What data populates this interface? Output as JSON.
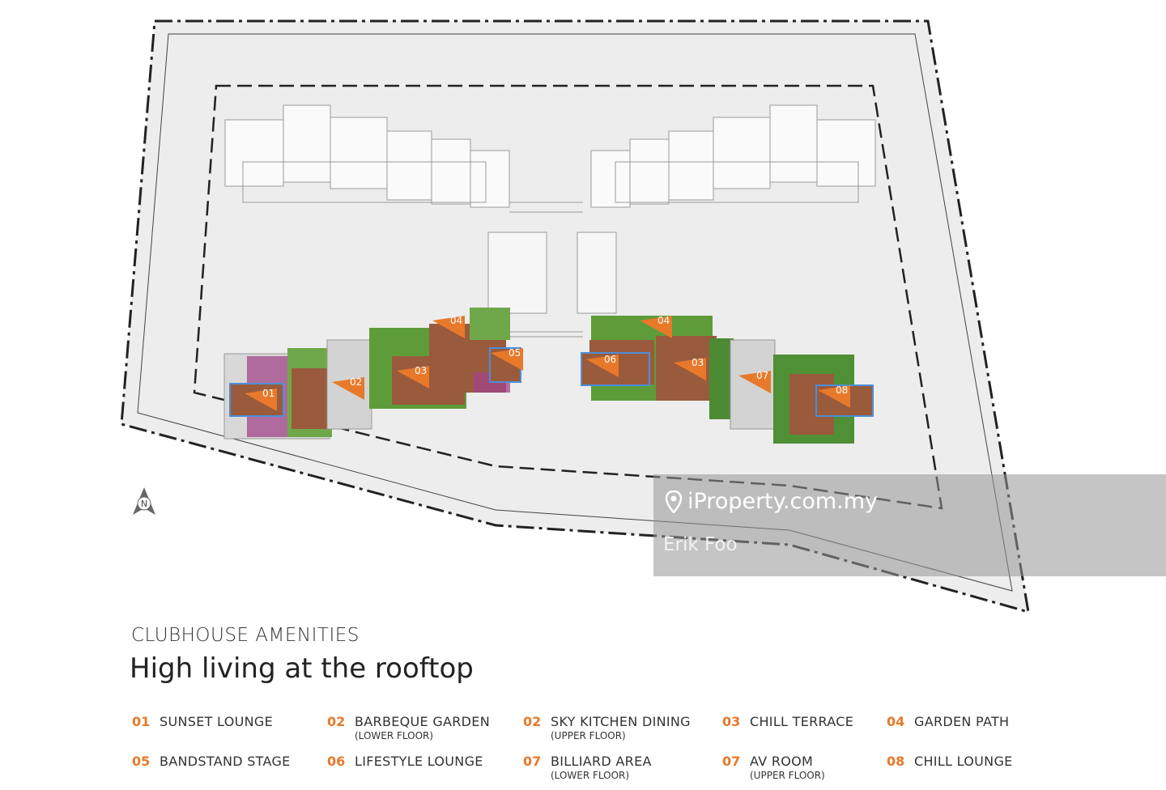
{
  "watermark": {
    "site": "iProperty.com.my",
    "user": "Erik Foo",
    "pin_icon": "location-pin-icon"
  },
  "compass": {
    "label": "N"
  },
  "heading": "CLUBHOUSE AMENITIES",
  "title": "High living at the rooftop",
  "colors": {
    "accent": "#e8792a",
    "deck": "#9a5a3c",
    "greenery": "#5a9a3a",
    "purple": "#a0458a"
  },
  "markers": [
    "01",
    "02",
    "03",
    "04",
    "05",
    "06",
    "03",
    "04",
    "07",
    "08"
  ],
  "legend": [
    {
      "num": "01",
      "label": "SUNSET LOUNGE",
      "sub": ""
    },
    {
      "num": "02",
      "label": "BARBEQUE GARDEN",
      "sub": "(LOWER FLOOR)"
    },
    {
      "num": "02",
      "label": "SKY KITCHEN DINING",
      "sub": "(UPPER FLOOR)"
    },
    {
      "num": "03",
      "label": "CHILL TERRACE",
      "sub": ""
    },
    {
      "num": "04",
      "label": "GARDEN PATH",
      "sub": ""
    },
    {
      "num": "05",
      "label": "BANDSTAND STAGE",
      "sub": ""
    },
    {
      "num": "06",
      "label": "LIFESTYLE LOUNGE",
      "sub": ""
    },
    {
      "num": "07",
      "label": "BILLIARD AREA",
      "sub": "(LOWER FLOOR)"
    },
    {
      "num": "07",
      "label": "AV ROOM",
      "sub": "(UPPER FLOOR)"
    },
    {
      "num": "08",
      "label": "CHILL LOUNGE",
      "sub": ""
    }
  ]
}
